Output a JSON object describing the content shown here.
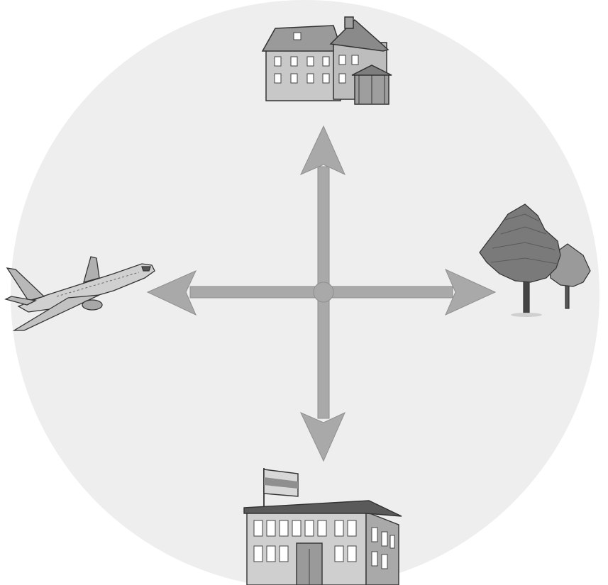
{
  "diagram": {
    "background_circle_color": "#eeeeee",
    "arrow_color": "#a9a9a9",
    "icon_fill_color": "#bdbdbd",
    "icon_stroke_color": "#333333",
    "directions": [
      {
        "key": "up",
        "icon": "house-icon"
      },
      {
        "key": "right",
        "icon": "trees-icon"
      },
      {
        "key": "down",
        "icon": "school-building-icon"
      },
      {
        "key": "left",
        "icon": "airplane-icon"
      }
    ]
  }
}
